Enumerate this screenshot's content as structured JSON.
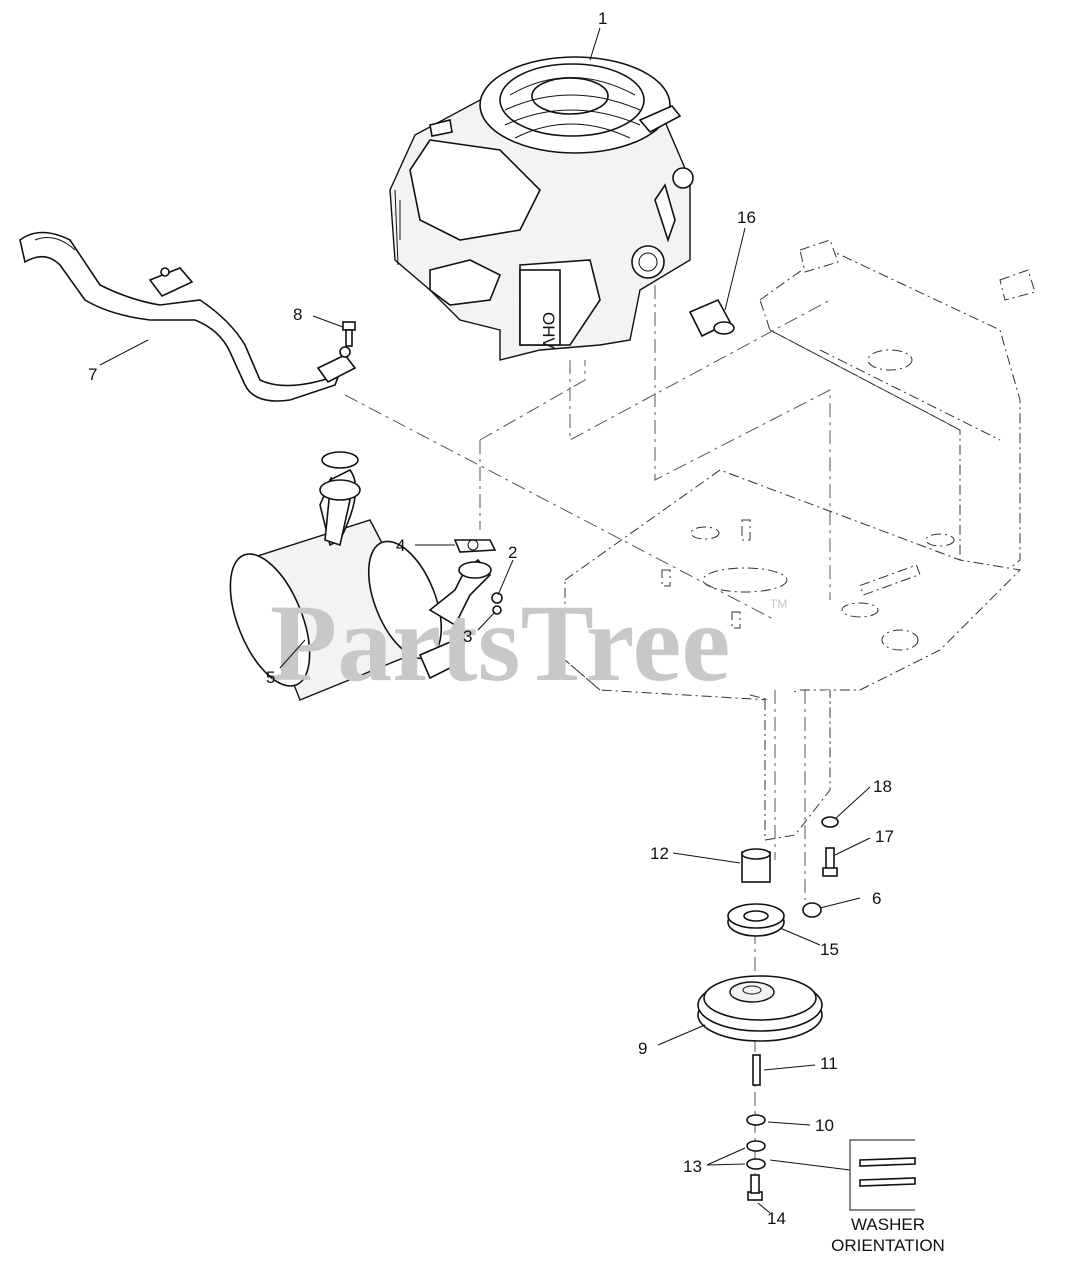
{
  "watermark": {
    "text": "PartsTree",
    "trademark": "TM"
  },
  "callouts": [
    {
      "id": "1",
      "label": "1"
    },
    {
      "id": "2",
      "label": "2"
    },
    {
      "id": "3",
      "label": "3"
    },
    {
      "id": "4",
      "label": "4"
    },
    {
      "id": "5",
      "label": "5"
    },
    {
      "id": "6",
      "label": "6"
    },
    {
      "id": "7",
      "label": "7"
    },
    {
      "id": "8",
      "label": "8"
    },
    {
      "id": "9",
      "label": "9"
    },
    {
      "id": "10",
      "label": "10"
    },
    {
      "id": "11",
      "label": "11"
    },
    {
      "id": "12",
      "label": "12"
    },
    {
      "id": "13",
      "label": "13"
    },
    {
      "id": "14",
      "label": "14"
    },
    {
      "id": "15",
      "label": "15"
    },
    {
      "id": "16",
      "label": "16"
    },
    {
      "id": "17",
      "label": "17"
    },
    {
      "id": "18",
      "label": "18"
    }
  ],
  "washer_note": {
    "line1": "WASHER",
    "line2": "ORIENTATION"
  },
  "engine_badge": "OHV"
}
